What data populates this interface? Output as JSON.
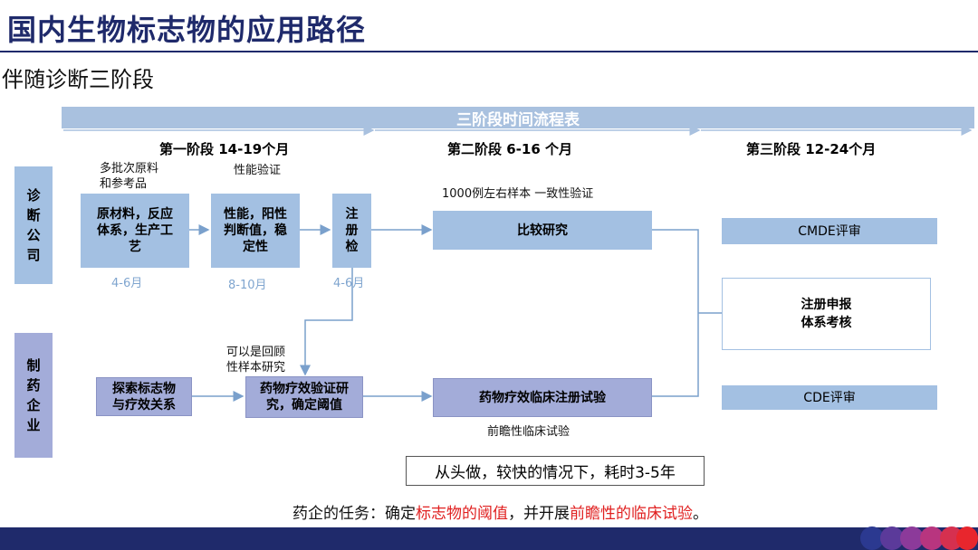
{
  "page_title": "国内生物标志物的应用路径",
  "subtitle": "伴随诊断三阶段",
  "banner": "三阶段时间流程表",
  "phases": [
    "第一阶段 14-19个月",
    "第二阶段 6-16 个月",
    "第三阶段 12-24个月"
  ],
  "actors": {
    "diagnostic_company": "诊断公司",
    "pharma": "制药企业"
  },
  "notes": {
    "multi_batch": "多批次原料\n和参考品",
    "performance_verification": "性能验证",
    "sample_size": "1000例左右样本 一致性验证",
    "retrospective": "可以是回顾\n性样本研究",
    "prospective": "前瞻性临床试验"
  },
  "durations": {
    "raw_material": "4-6月",
    "performance": "8-10月",
    "registration_test": "4-6月"
  },
  "boxes": {
    "raw_material": "原材料，反应\n体系，生产工\n艺",
    "performance": "性能，阳性\n判断值，稳\n定性",
    "registration_test": "注\n册\n检",
    "comparison_study": "比较研究",
    "explore_biomarker": "探索标志物\n与疗效关系",
    "efficacy_validation": "药物疗效验证研\n究，确定阈值",
    "clinical_trial": "药物疗效临床注册试验",
    "cmde_review": "CMDE评审",
    "registration_review": "注册申报\n体系考核",
    "cde_review": "CDE评审"
  },
  "highlight": "从头做，较快的情况下，耗时3-5年",
  "task": {
    "prefix": "药企的任务：确定",
    "red1": "标志物的阈值",
    "middle": "，并开展",
    "red2": "前瞻性的临床试验",
    "suffix": "。"
  },
  "colors": {
    "title": "#1f2a6b",
    "box_blue": "#a3c0e2",
    "box_lavender": "#a3acd9",
    "arrow": "#7aa0cc",
    "emphasis": "#e02020",
    "footer_circles": [
      "#2b3990",
      "#5b3a9a",
      "#8c3a9a",
      "#b8357f",
      "#d6304f",
      "#e8262d"
    ]
  }
}
